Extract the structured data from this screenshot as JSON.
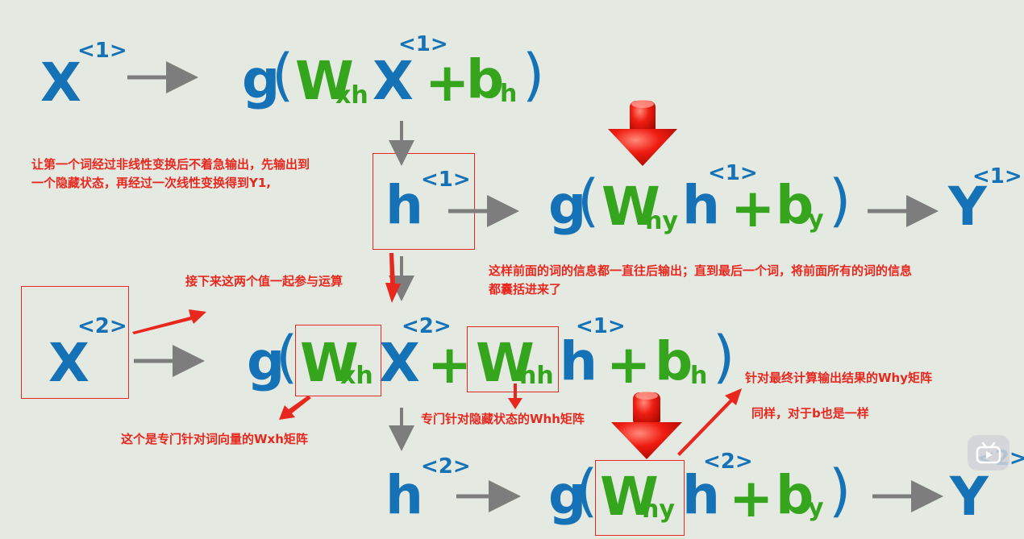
{
  "symbols": {
    "x": "X",
    "h": "h",
    "y": "Y",
    "g": "g",
    "w": "W",
    "b": "b",
    "plus": "+",
    "lparen": "(",
    "rparen": ")",
    "sup1": "<1>",
    "sup2": "<2>",
    "sub_xh": "xh",
    "sub_hh": "hh",
    "sub_hy": "hy",
    "sub_h": "h",
    "sub_y": "y"
  },
  "notes": {
    "n1_line1": "让第一个词经过非线性变换后不着急输出，先输出到",
    "n1_line2": "一个隐藏状态，再经过一次线性变换得到Y1,",
    "n2": "接下来这两个值一起参与运算",
    "n3_line1": "这样前面的词的信息都一直往后输出；直到最后一个词，将前面所有的词的信息",
    "n3_line2": "都囊括进来了",
    "n4": "这个是专门针对词向量的Wxh矩阵",
    "n5": "专门针对隐藏状态的Whh矩阵",
    "n6": "针对最终计算输出结果的Why矩阵",
    "n7": "同样，对于b也是一样"
  },
  "colors": {
    "background": "#e4e9e2",
    "blue": "#1572b6",
    "green": "#35a51d",
    "red_annotation": "#e8281e",
    "gray_arrow": "#7d7d7d"
  },
  "icons": [
    "bilibili-tv-icon"
  ]
}
